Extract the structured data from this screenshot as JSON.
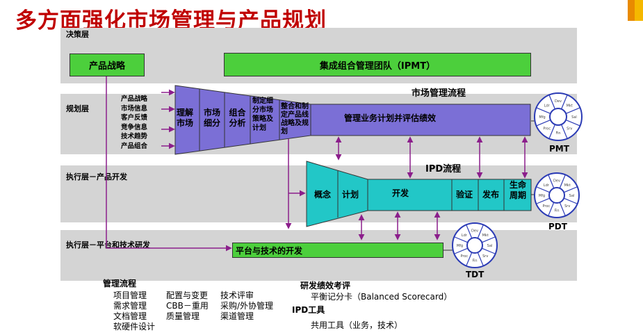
{
  "title": "多方面强化市场管理与产品规划",
  "layers": {
    "decision": "决策层",
    "planning": "规划层",
    "exec_product": "执行层－产品开发",
    "exec_platform": "执行层－平台和技术研发"
  },
  "boxes": {
    "strategy": "产品战略",
    "ipmt": "集成组合管理团队（IPMT）",
    "platform": "平台与技术的开发"
  },
  "inputs": [
    "产品战略",
    "市场信息",
    "客户反馈",
    "竞争信息",
    "技术趋势",
    "产品组合"
  ],
  "market": {
    "process_label": "市场管理流程",
    "stages": [
      "理解\n市场",
      "市场\n细分",
      "组合\n分析",
      "制定细\n分市场\n策略及\n计划",
      "整合和制\n定产品线\n战略及规\n划"
    ],
    "manage": "管理业务计划并评估绩效"
  },
  "ipd": {
    "process_label": "IPD流程",
    "stages": [
      "概念",
      "计划",
      "开发",
      "验证",
      "发布",
      "生命\n周期"
    ]
  },
  "wheels": {
    "pmt": "PMT",
    "pdt": "PDT",
    "tdt": "TDT",
    "segments": [
      "Dev",
      "Mkt",
      "Sal",
      "Srv",
      "Fin",
      "Proc",
      "Mfg",
      "Ldr"
    ]
  },
  "bottom": {
    "mgmt_title": "管理流程",
    "col1": [
      "项目管理",
      "需求管理",
      "文档管理",
      "软硬件设计"
    ],
    "col2": [
      "配置与变更",
      "CBB－重用",
      "质量管理"
    ],
    "col3": [
      "技术评审",
      "采购/外协管理",
      "渠道管理"
    ],
    "rd_title": "研发绩效考评",
    "rd_item": "平衡记分卡（Balanced Scorecard）",
    "ipd_tool_title": "IPD工具",
    "ipd_tool_item": "共用工具（业务，技术）"
  },
  "colors": {
    "title": "#c00000",
    "band": "#d4d4d4",
    "green": "#4ccf3c",
    "purple": "#7b6fd6",
    "teal": "#22c7c7",
    "arrow": "#8b1e8b",
    "wheel": "#2b3bb5"
  }
}
